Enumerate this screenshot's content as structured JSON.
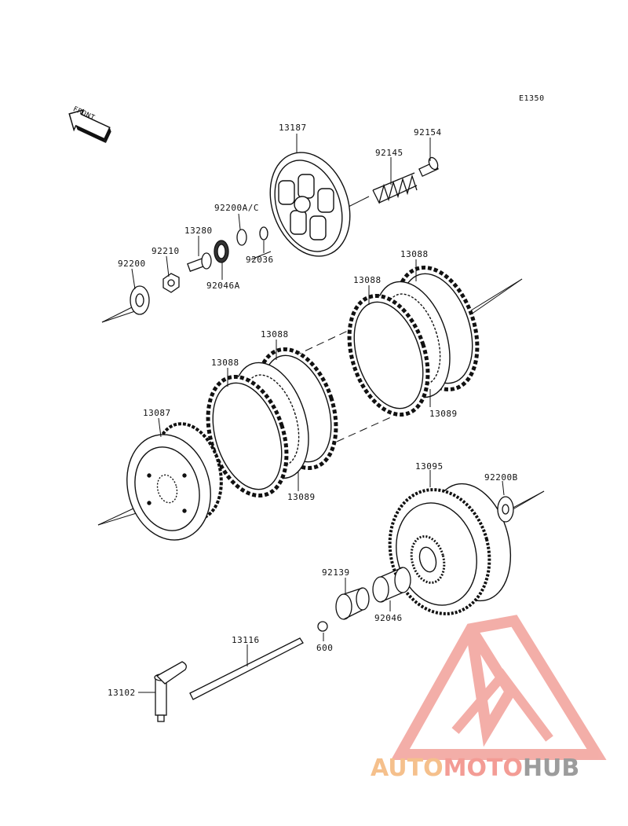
{
  "diagram": {
    "code": "E1350",
    "front_label": "FRONT",
    "parts": [
      {
        "id": "p13187",
        "label": "13187"
      },
      {
        "id": "p92154",
        "label": "92154"
      },
      {
        "id": "p92145",
        "label": "92145"
      },
      {
        "id": "p92200ac",
        "label": "92200A/C"
      },
      {
        "id": "p13280",
        "label": "13280"
      },
      {
        "id": "p92210",
        "label": "92210"
      },
      {
        "id": "p92200",
        "label": "92200"
      },
      {
        "id": "p92036",
        "label": "92036"
      },
      {
        "id": "p92046a",
        "label": "92046A"
      },
      {
        "id": "p13088a",
        "label": "13088"
      },
      {
        "id": "p13088b",
        "label": "13088"
      },
      {
        "id": "p13088c",
        "label": "13088"
      },
      {
        "id": "p13088d",
        "label": "13088"
      },
      {
        "id": "p13089a",
        "label": "13089"
      },
      {
        "id": "p13089b",
        "label": "13089"
      },
      {
        "id": "p13087",
        "label": "13087"
      },
      {
        "id": "p13095",
        "label": "13095"
      },
      {
        "id": "p92200b",
        "label": "92200B"
      },
      {
        "id": "p92139",
        "label": "92139"
      },
      {
        "id": "p92046",
        "label": "92046"
      },
      {
        "id": "p600",
        "label": "600"
      },
      {
        "id": "p13116",
        "label": "13116"
      },
      {
        "id": "p13102",
        "label": "13102"
      }
    ]
  },
  "watermark": {
    "brand_part1": "AUTO",
    "brand_part2": "MOTO",
    "brand_part3": "HUB"
  }
}
